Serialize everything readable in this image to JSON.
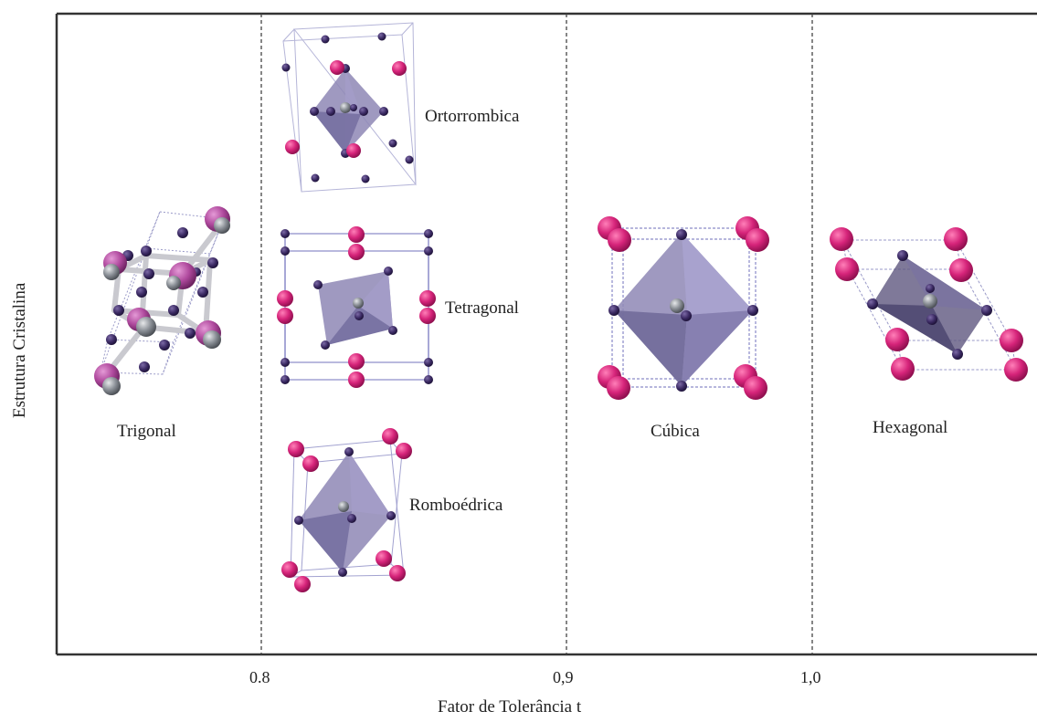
{
  "axes": {
    "xlabel": "Fator de Tolerância t",
    "ylabel": "Estrutura Cristalina",
    "xticks": [
      "0.8",
      "0,9",
      "1,0"
    ]
  },
  "structures": [
    {
      "name": "Trigonal"
    },
    {
      "name": "Ortorrombica"
    },
    {
      "name": "Tetragonal"
    },
    {
      "name": "Romboédrica"
    },
    {
      "name": "Cúbica"
    },
    {
      "name": "Hexagonal"
    }
  ],
  "colors": {
    "a_site": "#d6247a",
    "b_site": "#3b2a63",
    "octahedron": "#8e87b5",
    "cell_edge": "#8a8ac8",
    "trigonal_large": "#b04a9e",
    "trigonal_small": "#8a8f96",
    "divider": "#444444",
    "frame": "#333333"
  }
}
